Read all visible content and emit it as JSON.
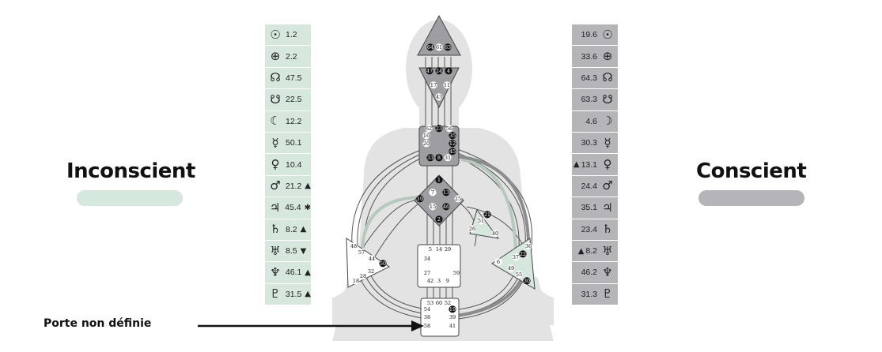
{
  "labels": {
    "left_title": "Inconscient",
    "right_title": "Conscient",
    "undefined_gate": "Porte non définie"
  },
  "colors": {
    "unconscious": "#d6e7de",
    "conscious": "#b5b4b9",
    "silhouette": "#e3e3e3"
  },
  "left_column": [
    {
      "icon": "sun-icon",
      "symbol": "☉",
      "value": "1.2",
      "marker": ""
    },
    {
      "icon": "earth-icon",
      "symbol": "⊕",
      "value": "2.2",
      "marker": ""
    },
    {
      "icon": "north-node-icon",
      "symbol": "☊",
      "value": "47.5",
      "marker": ""
    },
    {
      "icon": "south-node-icon",
      "symbol": "☋",
      "value": "22.5",
      "marker": ""
    },
    {
      "icon": "moon-icon",
      "symbol": "☾",
      "value": "12.2",
      "marker": ""
    },
    {
      "icon": "mercury-icon",
      "symbol": "☿",
      "value": "50.1",
      "marker": ""
    },
    {
      "icon": "venus-icon",
      "symbol": "♀",
      "value": "10.4",
      "marker": ""
    },
    {
      "icon": "mars-icon",
      "symbol": "♂",
      "value": "21.2",
      "marker": "▲"
    },
    {
      "icon": "jupiter-icon",
      "symbol": "♃",
      "value": "45.4",
      "marker": "✱"
    },
    {
      "icon": "saturn-icon",
      "symbol": "♄",
      "value": "8.2",
      "marker": "▲"
    },
    {
      "icon": "uranus-icon",
      "symbol": "♅",
      "value": "8.5",
      "marker": "▼"
    },
    {
      "icon": "neptune-icon",
      "symbol": "♆",
      "value": "46.1",
      "marker": "▲"
    },
    {
      "icon": "pluto-icon",
      "symbol": "♇",
      "value": "31.5",
      "marker": "▲"
    }
  ],
  "right_column": [
    {
      "icon": "sun-icon",
      "symbol": "☉",
      "value": "19.6",
      "marker": ""
    },
    {
      "icon": "earth-icon",
      "symbol": "⊕",
      "value": "33.6",
      "marker": ""
    },
    {
      "icon": "north-node-icon",
      "symbol": "☊",
      "value": "64.3",
      "marker": ""
    },
    {
      "icon": "south-node-icon",
      "symbol": "☋",
      "value": "63.3",
      "marker": ""
    },
    {
      "icon": "moon-icon",
      "symbol": "☽",
      "value": "4.6",
      "marker": ""
    },
    {
      "icon": "mercury-icon",
      "symbol": "☿",
      "value": "30.3",
      "marker": ""
    },
    {
      "icon": "venus-icon",
      "symbol": "♀",
      "value": "13.1",
      "marker": "▲"
    },
    {
      "icon": "mars-icon",
      "symbol": "♂",
      "value": "24.4",
      "marker": ""
    },
    {
      "icon": "jupiter-icon",
      "symbol": "♃",
      "value": "35.1",
      "marker": ""
    },
    {
      "icon": "saturn-icon",
      "symbol": "♄",
      "value": "23.4",
      "marker": ""
    },
    {
      "icon": "uranus-icon",
      "symbol": "♅",
      "value": "8.2",
      "marker": "▲"
    },
    {
      "icon": "neptune-icon",
      "symbol": "♆",
      "value": "46.2",
      "marker": ""
    },
    {
      "icon": "pluto-icon",
      "symbol": "♇",
      "value": "31.3",
      "marker": ""
    }
  ],
  "bodygraph": {
    "head": [
      "64",
      "61",
      "63"
    ],
    "ajna": [
      "47",
      "24",
      "4",
      "17",
      "11",
      "43"
    ],
    "throat": [
      "62",
      "23",
      "56",
      "16",
      "35",
      "20",
      "12",
      "45",
      "31",
      "8",
      "33"
    ],
    "g_center": [
      "1",
      "7",
      "13",
      "10",
      "25",
      "15",
      "46",
      "2"
    ],
    "heart": [
      "21",
      "51",
      "26",
      "40"
    ],
    "spleen": [
      "48",
      "57",
      "44",
      "50",
      "32",
      "28",
      "18"
    ],
    "sacral": [
      "5",
      "14",
      "29",
      "34",
      "27",
      "59",
      "42",
      "3",
      "9"
    ],
    "solar_plexus": [
      "36",
      "22",
      "37",
      "6",
      "49",
      "55",
      "30"
    ],
    "root": [
      "53",
      "60",
      "52",
      "54",
      "19",
      "38",
      "39",
      "58",
      "41"
    ]
  }
}
